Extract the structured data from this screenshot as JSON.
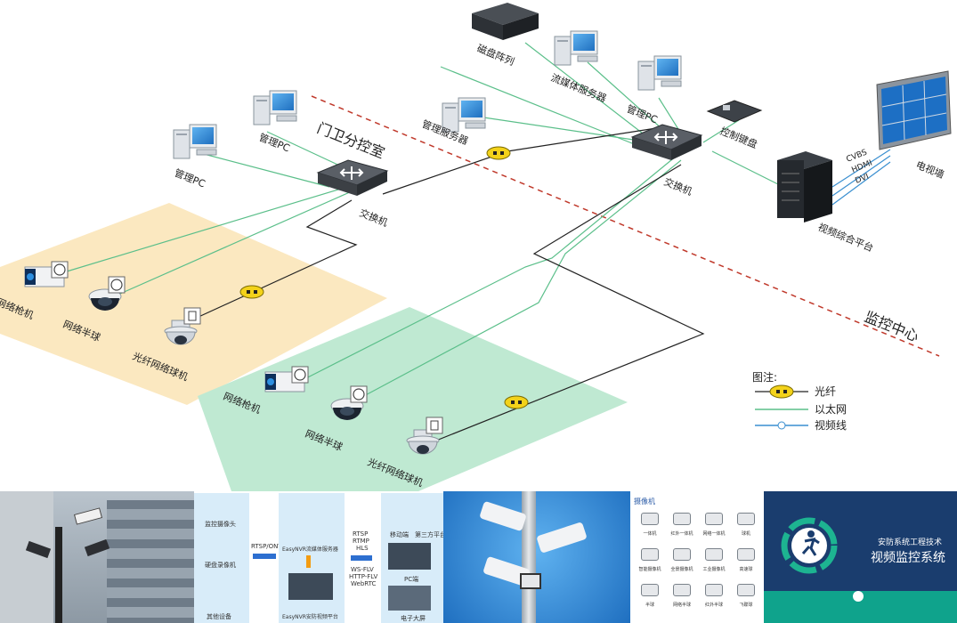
{
  "diagram": {
    "zone_gate": "门卫分控室",
    "zone_center": "监控中心",
    "gate_switch": "交换机",
    "gate_pc1": "管理PC",
    "gate_pc2": "管理PC",
    "mgmt_server": "管理服务器",
    "disk_array": "磁盘阵列",
    "stream_server": "流媒体服务器",
    "center_pc": "管理PC",
    "keyboard": "控制键盘",
    "center_switch": "交换机",
    "decoder": "视频综合平台",
    "tv_wall": "电视墙",
    "cable_tags": [
      "CVBS",
      "HDMI",
      "DVI"
    ],
    "yellow_cams": [
      "网络枪机",
      "网络半球",
      "光纤网络球机"
    ],
    "green_cams": [
      "网络枪机",
      "网络半球",
      "光纤网络球机"
    ],
    "legend": {
      "title": "图注:",
      "items": [
        "光纤",
        "以太网",
        "视频线"
      ]
    }
  },
  "thumbs": {
    "flow": {
      "sources": [
        "监控摄像头",
        "硬盘录像机",
        "其他设备"
      ],
      "protocol": "RTSP/ONVIF",
      "server": "EasyNVR流媒体服务器",
      "platform": "EasyNVR安防视频平台",
      "outputs": [
        "RTSP",
        "RTMP",
        "HLS",
        "WS-FLV",
        "HTTP-FLV",
        "WebRTC"
      ],
      "clients": [
        "移动端",
        "第三方平台",
        "PC端",
        "电子大屏"
      ]
    },
    "catalog": {
      "header": "摄像机",
      "items": [
        "一体机",
        "红外一体机",
        "网络一体机",
        "球机",
        "智能摄像机",
        "全景摄像机",
        "工业摄像机",
        "高速球",
        "半球",
        "网络半球",
        "红外半球",
        "飞碟球"
      ]
    },
    "banner": {
      "line1": "安防系统工程技术",
      "line2": "视频监控系统"
    }
  },
  "colors": {
    "yellow_zone": "#fbe8c0",
    "green_zone": "#bfe9d2",
    "ethernet": "#5bbf8a",
    "fiber": "#222222",
    "video": "#3a8fd0",
    "dashed": "#c0392b",
    "banner_bg": "#1a3d6e"
  }
}
